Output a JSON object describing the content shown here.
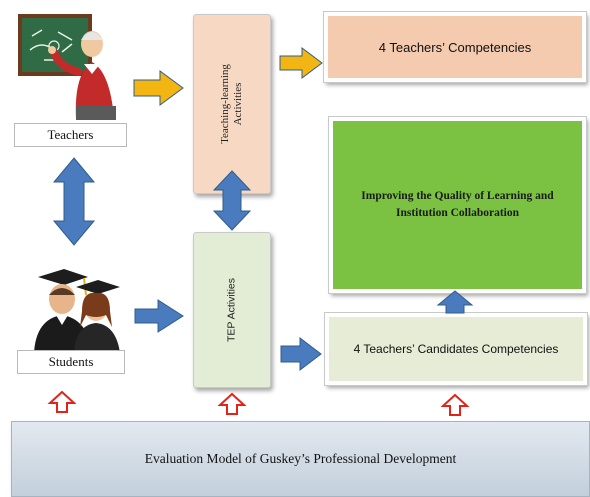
{
  "diagram": {
    "teachers_label": "Teachers",
    "students_label": "Students",
    "teaching_learning_label_line1": "Teaching-learning",
    "teaching_learning_label_line2": "Activities",
    "tep_label": "TEP Activities",
    "competencies_label": "4 Teachers’ Competencies",
    "improving_label": "Improving the Quality of Learning and Institution Collaboration",
    "candidates_label": "4 Teachers’ Candidates Competencies",
    "evaluation_label": "Evaluation Model of Guskey’s Professional Development"
  },
  "colors": {
    "yellow_arrow": "#f3b512",
    "blue_arrow": "#4a7bbe",
    "red_arrow": "#e2231a",
    "green_box": "#7cc242"
  }
}
